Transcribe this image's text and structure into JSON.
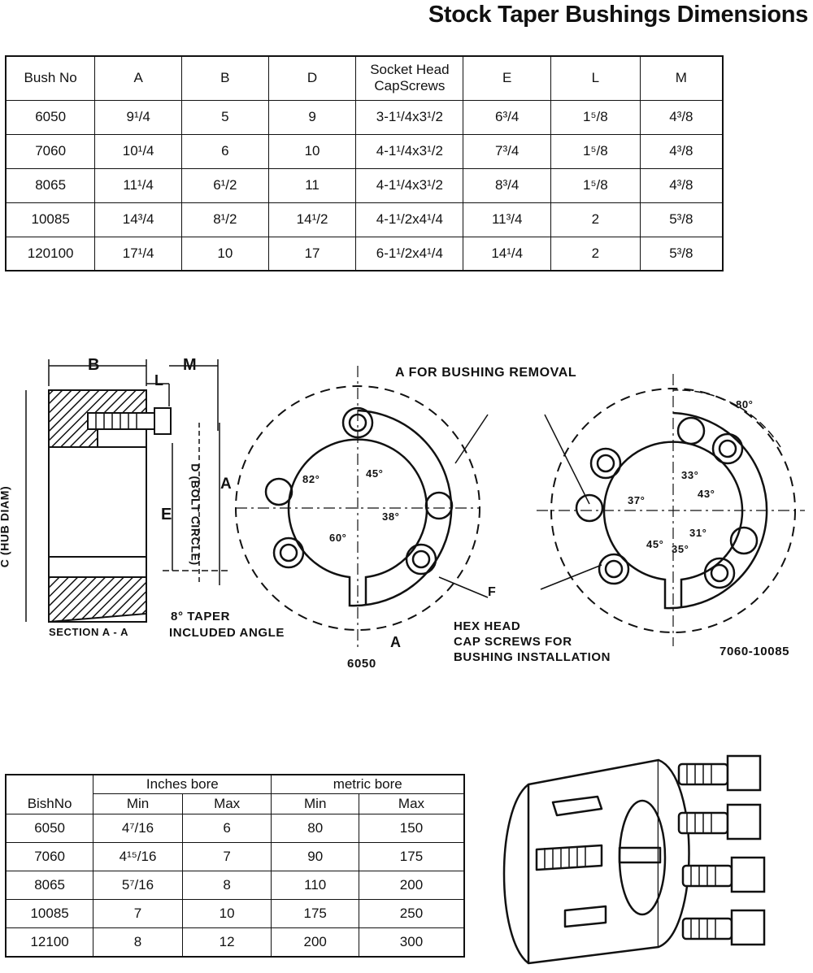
{
  "title": "Stock Taper Bushings Dimensions",
  "dimensions_table": {
    "headers": [
      "Bush No",
      "A",
      "B",
      "D",
      "Socket Head CapScrews",
      "E",
      "L",
      "M"
    ],
    "rows": [
      [
        "6050",
        "9¹/4",
        "5",
        "9",
        "3-1¹/4x3¹/2",
        "6³/4",
        "1⁵/8",
        "4³/8"
      ],
      [
        "7060",
        "10¹/4",
        "6",
        "10",
        "4-1¹/4x3¹/2",
        "7³/4",
        "1⁵/8",
        "4³/8"
      ],
      [
        "8065",
        "11¹/4",
        "6¹/2",
        "11",
        "4-1¹/4x3¹/2",
        "8³/4",
        "1⁵/8",
        "4³/8"
      ],
      [
        "10085",
        "14³/4",
        "8¹/2",
        "14¹/2",
        "4-1¹/2x4¹/4",
        "11³/4",
        "2",
        "5³/8"
      ],
      [
        "120100",
        "17¹/4",
        "10",
        "17",
        "6-1¹/2x4¹/4",
        "14¹/4",
        "2",
        "5³/8"
      ]
    ]
  },
  "diagram": {
    "b_label": "B",
    "l_label": "L",
    "m_label": "M",
    "a_label": "A",
    "e_label": "E",
    "c_label": "C (HUB DIAM)",
    "d_label": "D (BOLT CIRCLE)",
    "section_label": "SECTION A - A",
    "taper_line1": "8° TAPER",
    "taper_line2": "INCLUDED ANGLE",
    "removal_label": "A  FOR BUSHING REMOVAL",
    "hex_line1": "HEX HEAD",
    "hex_line2": "CAP SCREWS FOR",
    "hex_line3": "BUSHING INSTALLATION",
    "f_label": "F",
    "arrow_a": "A",
    "model1": "6050",
    "model2": "7060-10085",
    "angles_left": [
      "82°",
      "45°",
      "38°",
      "60°"
    ],
    "angles_right": [
      "80°",
      "33°",
      "43°",
      "37°",
      "31°",
      "45°",
      "35°"
    ]
  },
  "bore_table": {
    "col_bush": "BishNo",
    "group_inches": "Inches bore",
    "group_metric": "metric bore",
    "sub": [
      "Min",
      "Max",
      "Min",
      "Max"
    ],
    "rows": [
      [
        "6050",
        "4⁷/16",
        "6",
        "80",
        "150"
      ],
      [
        "7060",
        "4¹⁵/16",
        "7",
        "90",
        "175"
      ],
      [
        "8065",
        "5⁷/16",
        "8",
        "110",
        "200"
      ],
      [
        "10085",
        "7",
        "10",
        "175",
        "250"
      ],
      [
        "12100",
        "8",
        "12",
        "200",
        "300"
      ]
    ]
  }
}
